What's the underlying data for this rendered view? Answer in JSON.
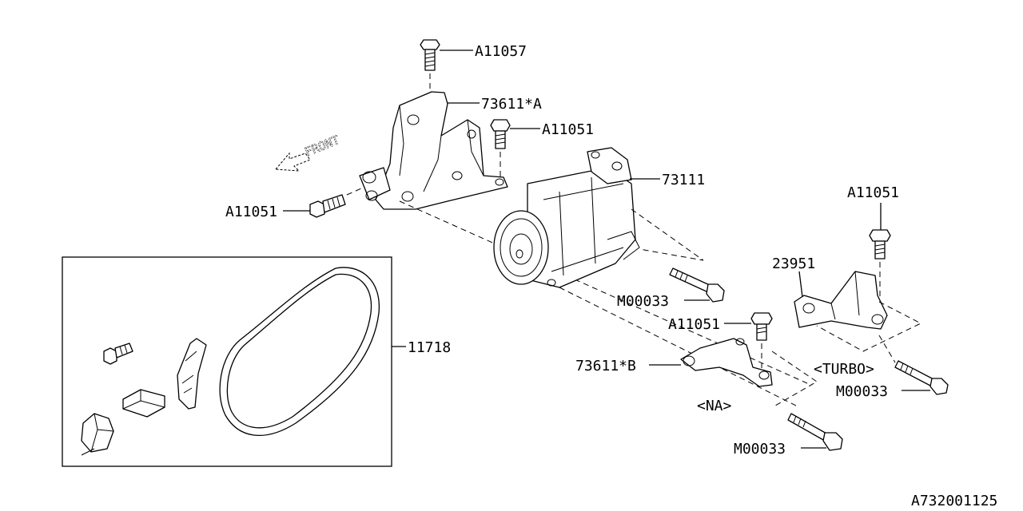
{
  "diagram_id": "A732001125",
  "front_label": "FRONT",
  "callouts": {
    "bolt_top": "A11057",
    "bracket_a": "73611*A",
    "bolt_bracket_right": "A11051",
    "bolt_bracket_left": "A11051",
    "compressor": "73111",
    "bolt_turbo_top": "A11051",
    "turbo_bracket": "23951",
    "long_bolt_comp": "M00033",
    "bolt_na": "A11051",
    "bracket_b": "73611*B",
    "variant_turbo": "<TURBO>",
    "long_bolt_turbo": "M00033",
    "variant_na": "<NA>",
    "long_bolt_na": "M00033",
    "belt": "11718"
  }
}
